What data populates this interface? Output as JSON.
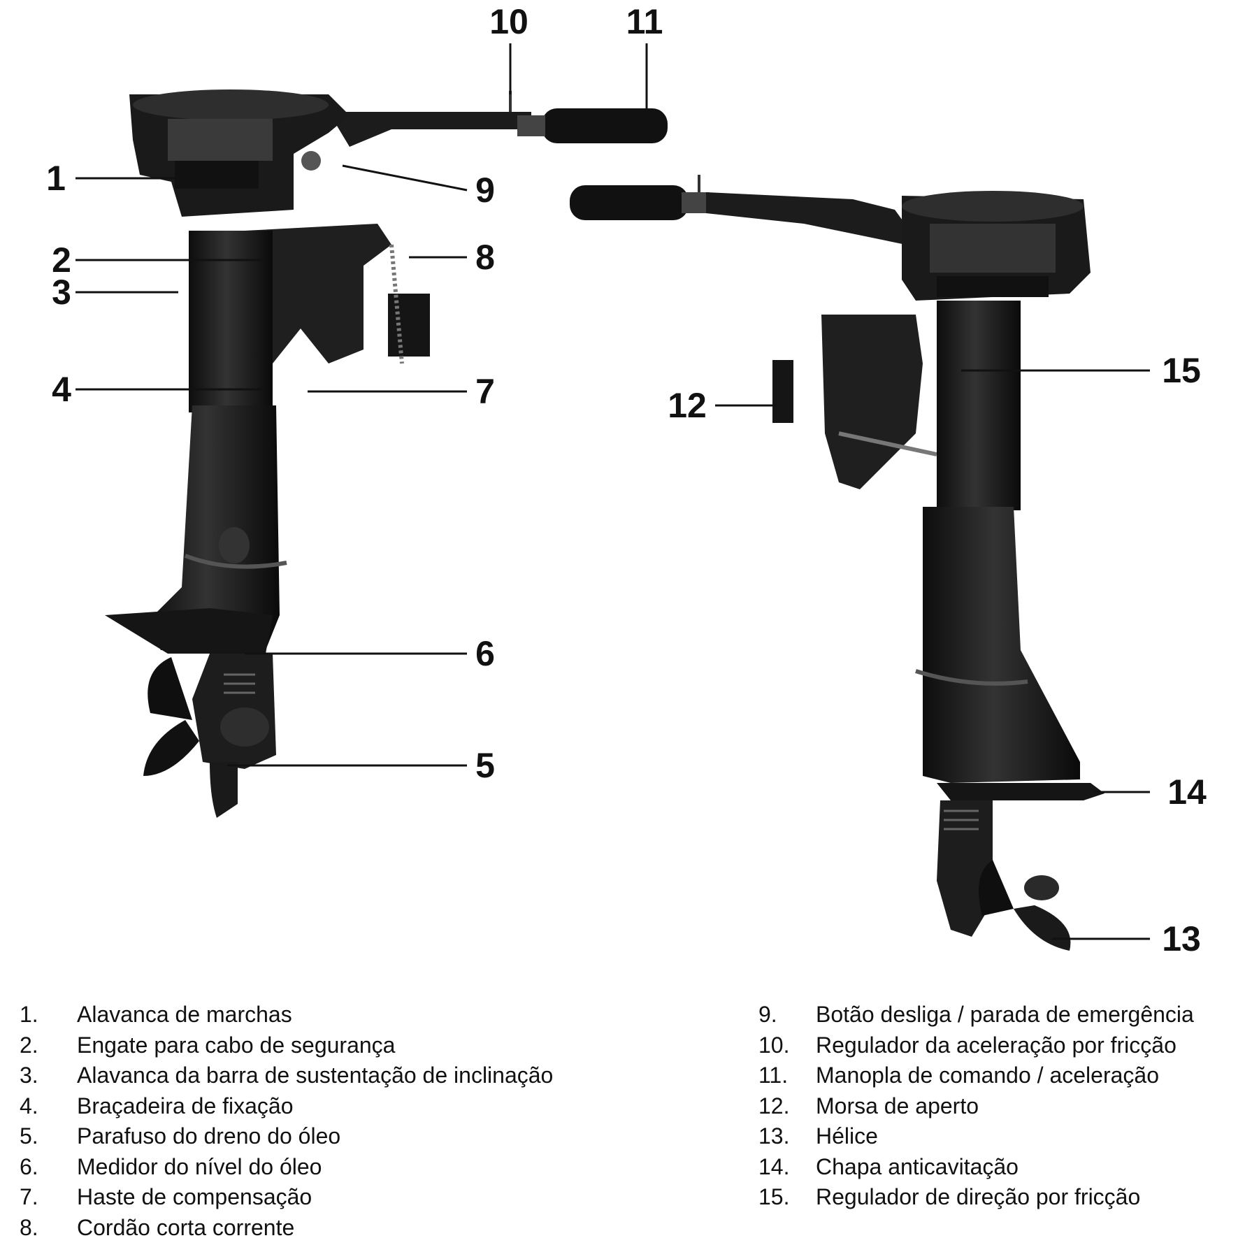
{
  "callouts": [
    {
      "num": "1",
      "text": "Alavanca de marchas"
    },
    {
      "num": "2",
      "text": "Engate para cabo de segurança"
    },
    {
      "num": "3",
      "text": "Alavanca da barra de sustentação de inclinação"
    },
    {
      "num": "4",
      "text": "Braçadeira de fixação"
    },
    {
      "num": "5",
      "text": "Parafuso do dreno do óleo"
    },
    {
      "num": "6",
      "text": "Medidor do nível do óleo"
    },
    {
      "num": "7",
      "text": "Haste de compensação"
    },
    {
      "num": "8",
      "text": "Cordão corta corrente"
    },
    {
      "num": "9",
      "text": "Botão desliga / parada de emergência"
    },
    {
      "num": "10",
      "text": "Regulador da aceleração por fricção"
    },
    {
      "num": "11",
      "text": "Manopla de comando / aceleração"
    },
    {
      "num": "12",
      "text": "Morsa de aperto"
    },
    {
      "num": "13",
      "text": "Hélice"
    },
    {
      "num": "14",
      "text": "Chapa anticavitação"
    },
    {
      "num": "15",
      "text": "Regulador de direção por fricção"
    }
  ],
  "legend": {
    "left": [
      {
        "num": "1.",
        "text": "Alavanca de marchas"
      },
      {
        "num": "2.",
        "text": "Engate para cabo de segurança"
      },
      {
        "num": "3.",
        "text": "Alavanca da barra de sustentação de inclinação"
      },
      {
        "num": "4.",
        "text": "Braçadeira de fixação"
      },
      {
        "num": "5.",
        "text": "Parafuso do dreno do óleo"
      },
      {
        "num": "6.",
        "text": "Medidor do nível do óleo"
      },
      {
        "num": "7.",
        "text": "Haste de compensação"
      },
      {
        "num": "8.",
        "text": "Cordão corta corrente"
      }
    ],
    "right": [
      {
        "num": "9.",
        "text": "Botão desliga / parada de emergência"
      },
      {
        "num": "10.",
        "text": "Regulador da aceleração por fricção"
      },
      {
        "num": "11.",
        "text": "Manopla de comando / aceleração"
      },
      {
        "num": "12.",
        "text": "Morsa de aperto"
      },
      {
        "num": "13.",
        "text": "Hélice"
      },
      {
        "num": "14.",
        "text": "Chapa anticavitação"
      },
      {
        "num": "15.",
        "text": "Regulador de direção por fricção"
      }
    ]
  },
  "colors": {
    "ink": "#111111",
    "motor_body": "#1c1c1c",
    "motor_highlight": "#555555",
    "background": "#ffffff"
  }
}
